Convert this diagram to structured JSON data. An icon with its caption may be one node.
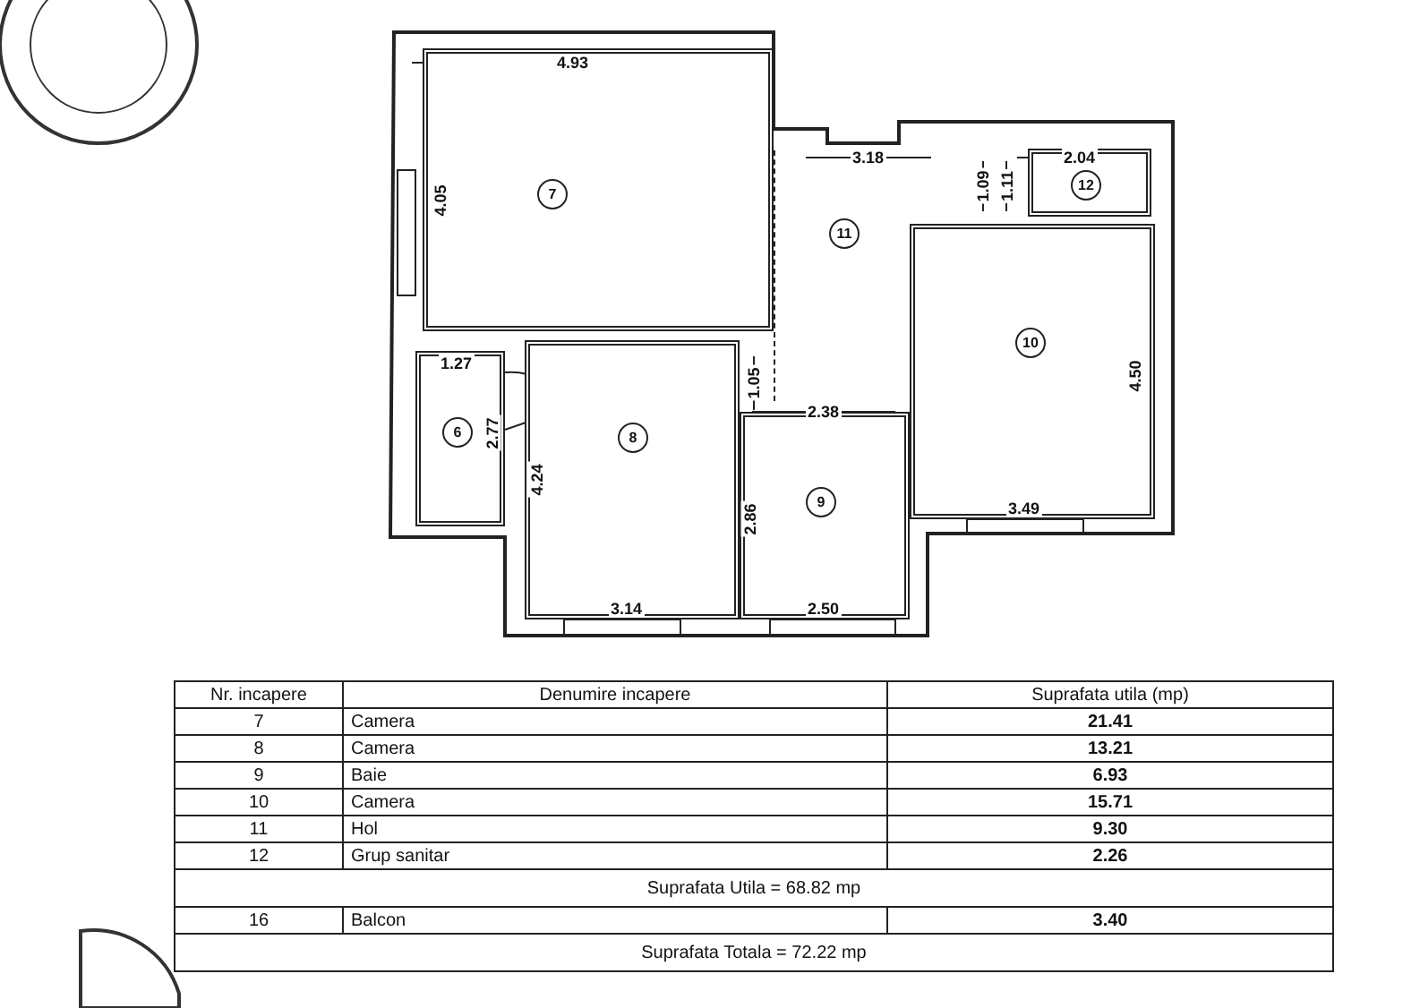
{
  "diagram": {
    "nodes": [
      {
        "text": [
          "7"
        ]
      },
      {
        "text": [
          "11"
        ]
      },
      {
        "text": [
          "12"
        ]
      },
      {
        "text": [
          "10"
        ]
      },
      {
        "text": [
          "6"
        ]
      },
      {
        "text": [
          "8"
        ]
      },
      {
        "text": [
          "9"
        ]
      }
    ],
    "labels": [
      "4.93",
      "3.18",
      "2.04",
      "1.09",
      "1.11",
      "4.05",
      "1.27",
      "1.05",
      "2.38",
      "4.50",
      "2.77",
      "4.24",
      "2.86",
      "3.49",
      "3.14",
      "2.50",
      "Nr. incapere",
      "Denumire incapere",
      "Suprafata utila (mp)",
      "7",
      "Camera",
      "21.41",
      "8",
      "Camera",
      "13.21",
      "9",
      "Baie",
      "6.93",
      "10",
      "Camera",
      "15.71",
      "11",
      "Hol",
      "9.30",
      "12",
      "Grup sanitar",
      "2.26",
      "Suprafata Utila = 68.82 mp",
      "16",
      "Balcon",
      "3.40",
      "Suprafata Totala = 72.22 mp"
    ]
  }
}
